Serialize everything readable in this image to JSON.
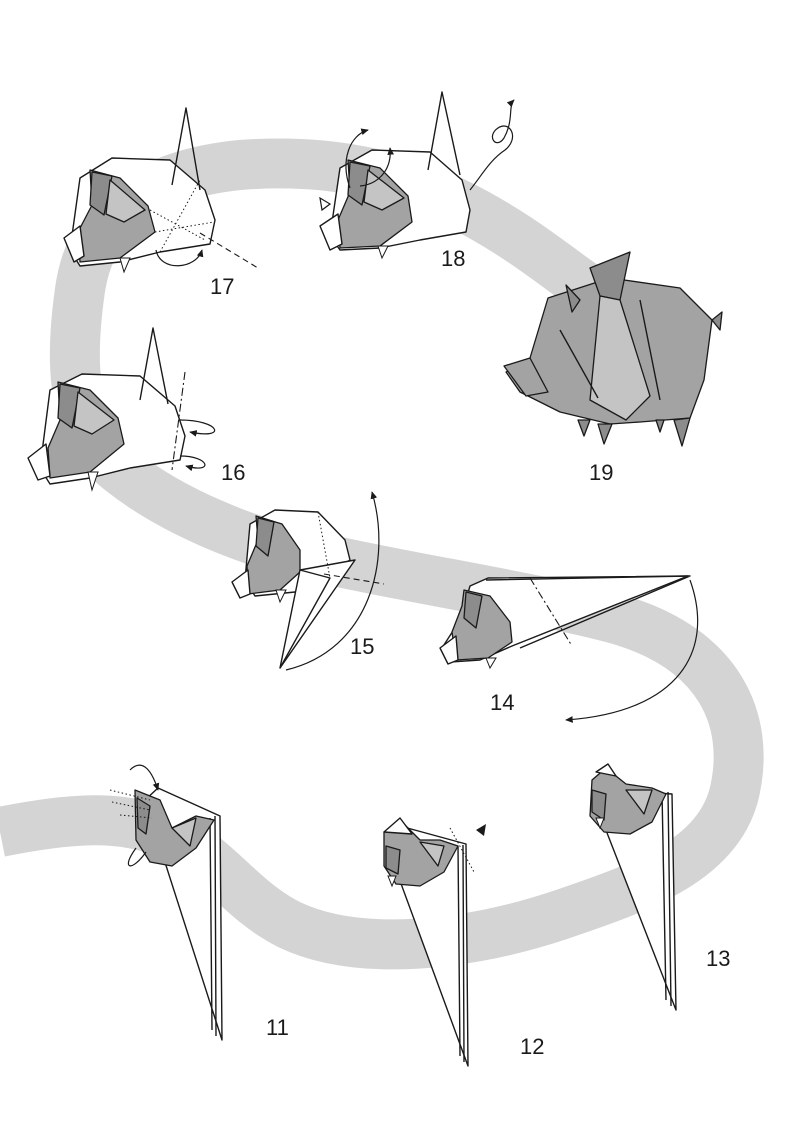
{
  "steps": [
    {
      "number": "11"
    },
    {
      "number": "12"
    },
    {
      "number": "13"
    },
    {
      "number": "14"
    },
    {
      "number": "15"
    },
    {
      "number": "16"
    },
    {
      "number": "17"
    },
    {
      "number": "18"
    },
    {
      "number": "19"
    }
  ],
  "colors": {
    "path_band": "#d4d4d4",
    "paper_gray": "#a3a3a3",
    "line": "#1a1a1a",
    "background": "#ffffff"
  }
}
